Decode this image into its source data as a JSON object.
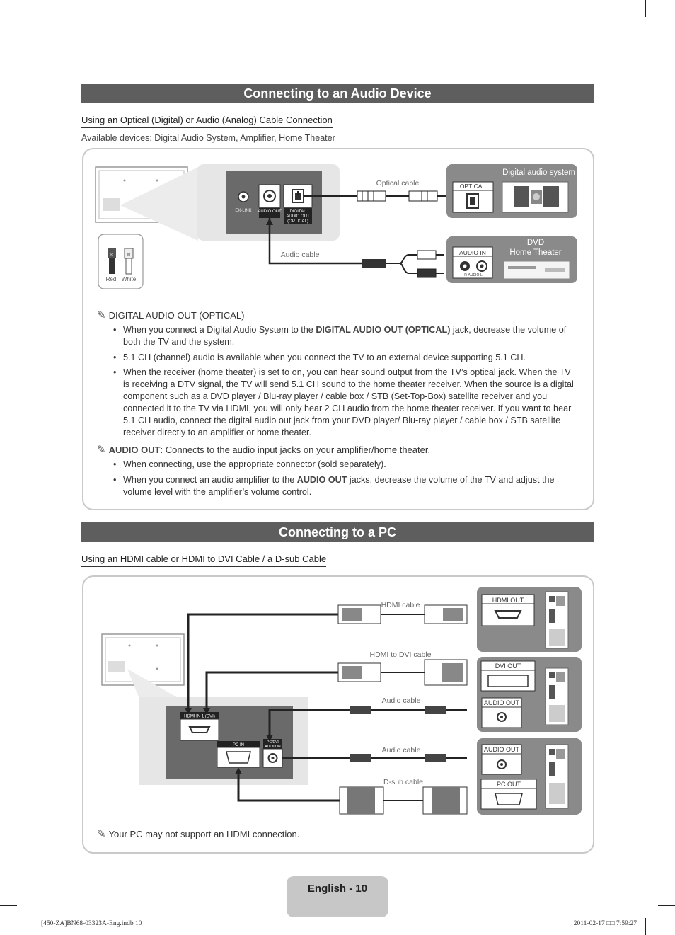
{
  "audio_section": {
    "title": "Connecting to an Audio Device",
    "subheading": "Using an Optical (Digital) or Audio (Analog) Cable Connection",
    "available": "Available devices: Digital Audio System, Amplifier, Home Theater",
    "diagram": {
      "optical_cable": "Optical cable",
      "audio_cable": "Audio cable",
      "ex_link": "EX-LINK",
      "audio_out_port": "AUDIO OUT",
      "digital_out_port_1": "DIGITAL",
      "digital_out_port_2": "AUDIO OUT",
      "digital_out_port_3": "(OPTICAL)",
      "digital_audio_system": "Digital audio system",
      "optical_port": "OPTICAL",
      "dvd_line1": "DVD",
      "dvd_line2": "Home Theater",
      "audio_in_port": "AUDIO IN",
      "r_audio_l": "R-AUDIO-L",
      "red_label": "Red",
      "white_label": "White",
      "r_letter": "R",
      "w_letter": "W"
    },
    "note1_title": "DIGITAL AUDIO OUT (OPTICAL)",
    "note1_bullets": [
      {
        "pre": "When you connect a Digital Audio System to the ",
        "bold": "DIGITAL AUDIO OUT (OPTICAL)",
        "post": " jack, decrease the volume of both the TV and the system."
      },
      {
        "pre": "5.1 CH (channel) audio is available when you connect the TV to an external device supporting 5.1 CH.",
        "bold": "",
        "post": ""
      },
      {
        "pre": "When the receiver (home theater) is set to on, you can hear sound output from the TV’s optical jack. When the TV is receiving a DTV signal, the TV will send 5.1 CH sound to the home theater receiver. When the source is a digital component such as a DVD player / Blu-ray player / cable box / STB (Set-Top-Box) satellite receiver and you connected it to the TV via HDMI, you will only hear 2 CH audio from the home theater receiver. If you want to hear 5.1 CH audio, connect the digital audio out jack from your DVD player/ Blu-ray player / cable box / STB satellite receiver directly to an amplifier or home theater.",
        "bold": "",
        "post": ""
      }
    ],
    "note2_bold": "AUDIO OUT",
    "note2_rest": ": Connects to the audio input jacks on your amplifier/home theater.",
    "note2_bullets": [
      {
        "pre": "When connecting, use the appropriate connector (sold separately).",
        "bold": "",
        "post": ""
      },
      {
        "pre": "When you connect an audio amplifier to the ",
        "bold": "AUDIO OUT",
        "post": " jacks, decrease the volume of the TV and adjust the volume level with the amplifier’s volume control."
      }
    ]
  },
  "pc_section": {
    "title": "Connecting to a PC",
    "subheading": "Using an HDMI cable or HDMI to DVI Cable / a D-sub Cable",
    "diagram": {
      "hdmi_cable": "HDMI cable",
      "hdmi_dvi_cable": "HDMI to DVI cable",
      "audio_cable_1": "Audio cable",
      "audio_cable_2": "Audio cable",
      "dsub_cable": "D-sub cable",
      "hdmi_in_port": "HDMI IN 1 (DVI)",
      "pc_in_port": "PC IN",
      "pc_dvi_audio_1": "PC/DVI",
      "pc_dvi_audio_2": "AUDIO IN",
      "hdmi_out": "HDMI OUT",
      "dvi_out": "DVI OUT",
      "audio_out_1": "AUDIO OUT",
      "audio_out_2": "AUDIO OUT",
      "pc_out": "PC OUT"
    },
    "note": "Your PC may not support an HDMI connection."
  },
  "footer": {
    "page_label": "English - 10",
    "file": "[450-ZA]BN68-03323A-Eng.indb   10",
    "timestamp": "2011-02-17   □□ 7:59:27"
  }
}
